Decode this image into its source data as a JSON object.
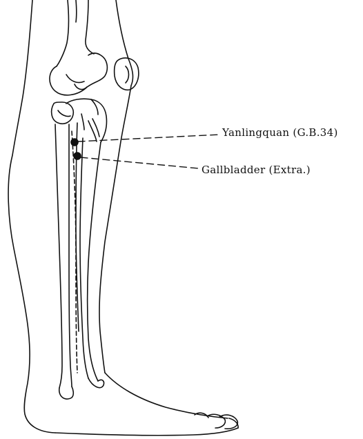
{
  "diagram": {
    "annotations": [
      {
        "id": "gb34",
        "text": "Yanlingquan (G.B.34)"
      },
      {
        "id": "gallbladder",
        "text": "Gallbladder (Extra.)"
      }
    ]
  },
  "colors": {
    "ink": "#111111",
    "background": "#ffffff"
  }
}
